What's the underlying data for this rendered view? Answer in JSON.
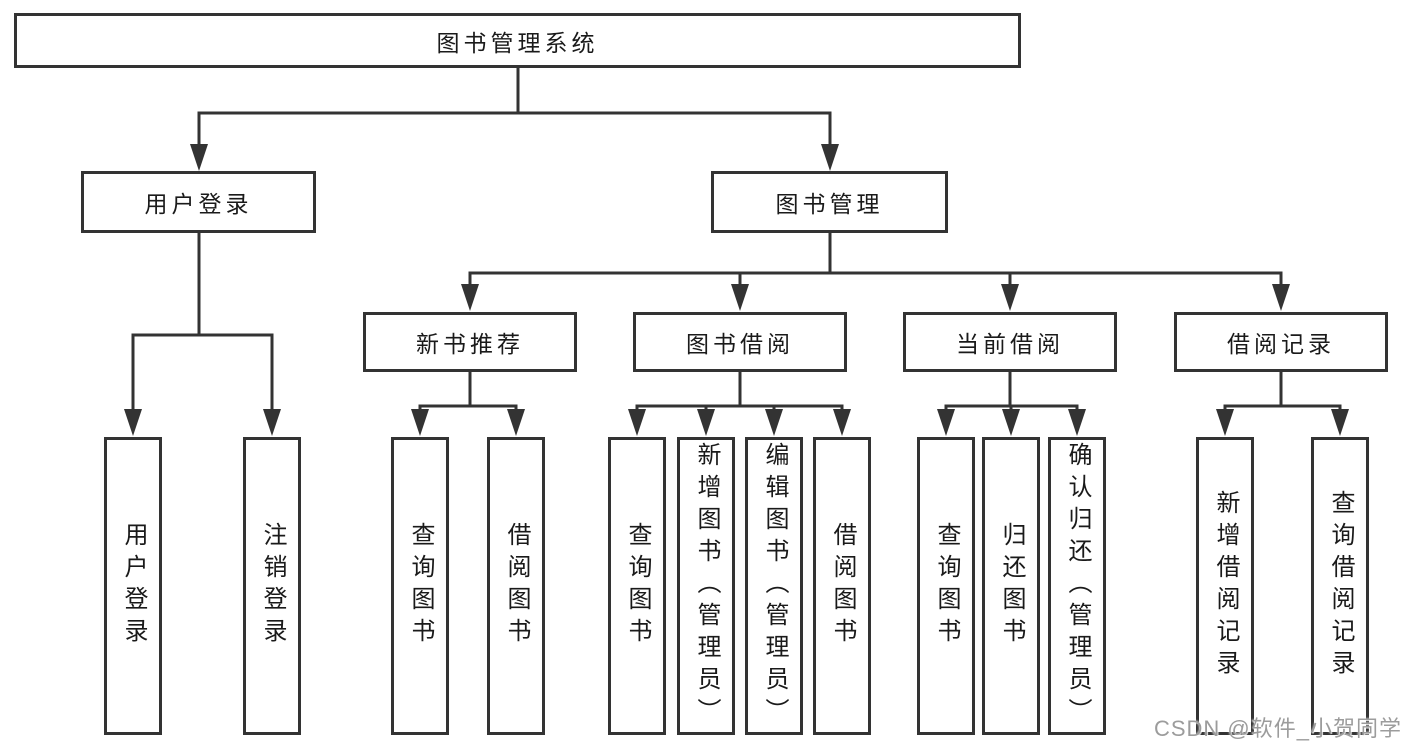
{
  "tree": {
    "root": {
      "label": "图书管理系统",
      "children": [
        {
          "label": "用户登录",
          "children": [
            {
              "label": "用户登录"
            },
            {
              "label": "注销登录"
            }
          ]
        },
        {
          "label": "图书管理",
          "children": [
            {
              "label": "新书推荐",
              "children": [
                {
                  "label": "查询图书"
                },
                {
                  "label": "借阅图书"
                }
              ]
            },
            {
              "label": "图书借阅",
              "children": [
                {
                  "label": "查询图书"
                },
                {
                  "label": "新增图书（管理员）"
                },
                {
                  "label": "编辑图书（管理员）"
                },
                {
                  "label": "借阅图书"
                }
              ]
            },
            {
              "label": "当前借阅",
              "children": [
                {
                  "label": "查询图书"
                },
                {
                  "label": "归还图书"
                },
                {
                  "label": "确认归还（管理员）"
                }
              ]
            },
            {
              "label": "借阅记录",
              "children": [
                {
                  "label": "新增借阅记录"
                },
                {
                  "label": "查询借阅记录"
                }
              ]
            }
          ]
        }
      ]
    }
  },
  "watermark": {
    "text": "CSDN @软件_小贺同学"
  },
  "colors": {
    "line": "#333333",
    "text": "#1a1a1a",
    "background": "#ffffff",
    "watermark": "#9c9c9c"
  }
}
